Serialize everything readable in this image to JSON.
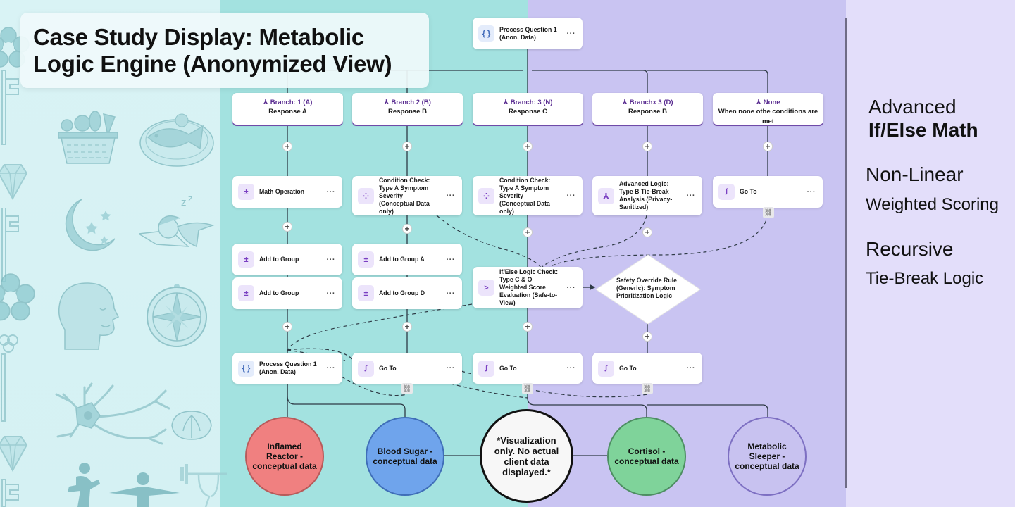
{
  "title": "Case Study Display: Metabolic Logic Engine (Anonymized View)",
  "title_lines": [
    "Case Study Display: Metabolic",
    "Logic Engine (Anonymized View)"
  ],
  "colors": {
    "left_panel": "#d8f2f4",
    "teal_panel": "#a3e2e0",
    "purple_panel": "#c9c4f2",
    "right_panel": "#e3defa",
    "accent_purple": "#5a2d91",
    "outcome_red": "#f08080",
    "outcome_blue": "#6fa4ec",
    "outcome_white": "#f7f7f7",
    "outcome_green": "#7fd39a",
    "outcome_lavender": "#c8c2f0"
  },
  "decor_icons": [
    "flower-icon",
    "key-icon",
    "diamond-icon",
    "vegetable-basket-icon",
    "fish-plate-icon",
    "moon-stars-icon",
    "sleeping-person-icon",
    "head-profile-icon",
    "compass-icon",
    "neuron-icon",
    "spinal-cord-icon",
    "runner-icon",
    "stretching-person-icon",
    "weightlifter-icon"
  ],
  "root_node": {
    "label": "Process Question 1 (Anon. Data)",
    "icon": "braces-icon",
    "more": "···"
  },
  "branches": [
    {
      "title": "Branch: 1 (A)",
      "subtitle": "Response A"
    },
    {
      "title": "Branch 2 (B)",
      "subtitle": "Response B"
    },
    {
      "title": "Branch: 3 (N)",
      "subtitle": "Response C"
    },
    {
      "title": "Branchx 3 (D)",
      "subtitle": "Response B"
    },
    {
      "title": "None",
      "subtitle": "When none othe conditions are met"
    }
  ],
  "row2": [
    {
      "label": "Math Operation",
      "icon": "math-operators-icon",
      "more": "···"
    },
    {
      "label": "Condition Check: Type A Symptom Severity (Conceptual Data only)",
      "icon": "condition-icon",
      "more": "···"
    },
    {
      "label": "Condition Check: Type A Symptom Severity (Conceptual Data only)",
      "icon": "condition-icon",
      "more": "···"
    },
    {
      "label": "Advanced Logic: Type B Tie-Break Analysis (Privacy-Sanitized)",
      "icon": "hierarchy-icon",
      "more": "···"
    },
    {
      "label": "Go To",
      "icon": "goto-path-icon",
      "more": "···"
    }
  ],
  "group_nodes": [
    {
      "label": "Add to Group",
      "icon": "math-operators-icon",
      "more": "···"
    },
    {
      "label": "Add to Group",
      "icon": "math-operators-icon",
      "more": "···"
    },
    {
      "label": "Add to Group A",
      "icon": "math-operators-icon",
      "more": "···"
    },
    {
      "label": "Add to Group D",
      "icon": "math-operators-icon",
      "more": "···"
    }
  ],
  "ifelse_node": {
    "label": "If/Else Logic Check: Type C & O Weighted Score Evaluation (Safe-to-View)",
    "icon": "branch-arrow-icon",
    "more": "···"
  },
  "diamond": {
    "label": "Safety Override Rule (Generic): Symptom Prioritization Logic"
  },
  "row4": [
    {
      "label": "Process Question 1 (Anon. Data)",
      "icon": "braces-icon",
      "more": "···"
    },
    {
      "label": "Go To",
      "icon": "goto-path-icon",
      "more": "···"
    },
    {
      "label": "Go To",
      "icon": "goto-path-icon",
      "more": "···"
    },
    {
      "label": "Go To",
      "icon": "goto-path-icon",
      "more": "···"
    }
  ],
  "plus_label": "+",
  "outcomes": [
    {
      "label": "Inflamed Reactor - conceptual data"
    },
    {
      "label": "Blood Sugar - conceptual data"
    },
    {
      "label": "*Visualization only. No actual client data displayed.*"
    },
    {
      "label": "Cortisol - conceptual data"
    },
    {
      "label": "Metabolic Sleeper - conceptual data"
    }
  ],
  "sidebar": [
    {
      "text": "Advanced",
      "style": "large"
    },
    {
      "text": "If/Else Math",
      "style": "large-bold"
    },
    {
      "text": "Non-Linear",
      "style": "large"
    },
    {
      "text": "Weighted Scoring",
      "style": "medium"
    },
    {
      "text": "Recursive",
      "style": "large"
    },
    {
      "text": "Tie-Break Logic",
      "style": "medium"
    }
  ]
}
